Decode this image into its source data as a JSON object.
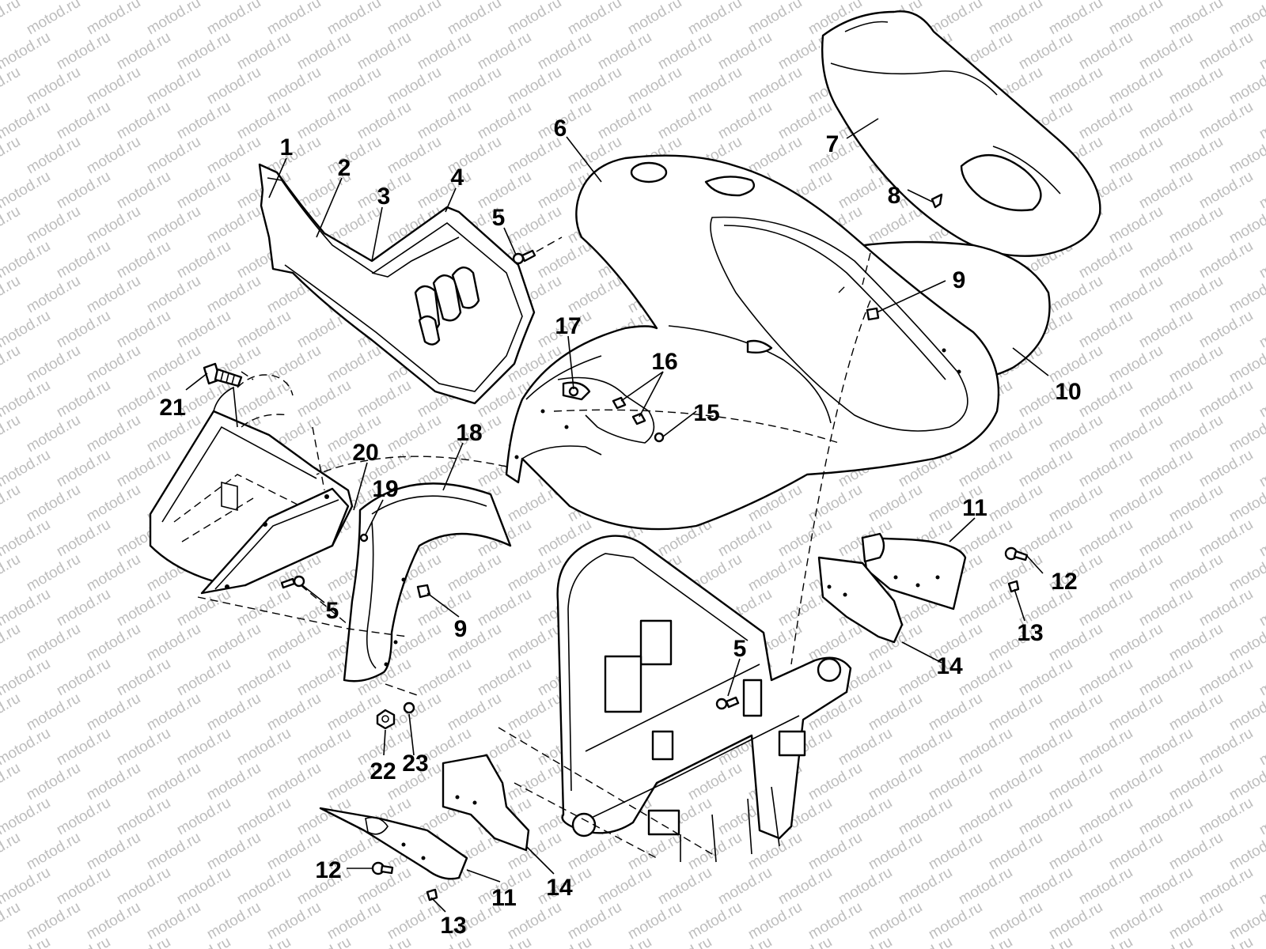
{
  "watermark": {
    "text": "motod.ru"
  },
  "callouts": [
    {
      "id": "c1",
      "number": "1"
    },
    {
      "id": "c2",
      "number": "2"
    },
    {
      "id": "c3",
      "number": "3"
    },
    {
      "id": "c4",
      "number": "4"
    },
    {
      "id": "c5a",
      "number": "5"
    },
    {
      "id": "c6",
      "number": "6"
    },
    {
      "id": "c7",
      "number": "7"
    },
    {
      "id": "c8",
      "number": "8"
    },
    {
      "id": "c9a",
      "number": "9"
    },
    {
      "id": "c10",
      "number": "10"
    },
    {
      "id": "c17",
      "number": "17"
    },
    {
      "id": "c16",
      "number": "16"
    },
    {
      "id": "c15",
      "number": "15"
    },
    {
      "id": "c21",
      "number": "21"
    },
    {
      "id": "c18",
      "number": "18"
    },
    {
      "id": "c20",
      "number": "20"
    },
    {
      "id": "c19",
      "number": "19"
    },
    {
      "id": "c5b",
      "number": "5"
    },
    {
      "id": "c9b",
      "number": "9"
    },
    {
      "id": "c11a",
      "number": "11"
    },
    {
      "id": "c12a",
      "number": "12"
    },
    {
      "id": "c13a",
      "number": "13"
    },
    {
      "id": "c14a",
      "number": "14"
    },
    {
      "id": "c5c",
      "number": "5"
    },
    {
      "id": "c22",
      "number": "22"
    },
    {
      "id": "c23",
      "number": "23"
    },
    {
      "id": "c12b",
      "number": "12"
    },
    {
      "id": "c11b",
      "number": "11"
    },
    {
      "id": "c14b",
      "number": "14"
    },
    {
      "id": "c13b",
      "number": "13"
    }
  ]
}
